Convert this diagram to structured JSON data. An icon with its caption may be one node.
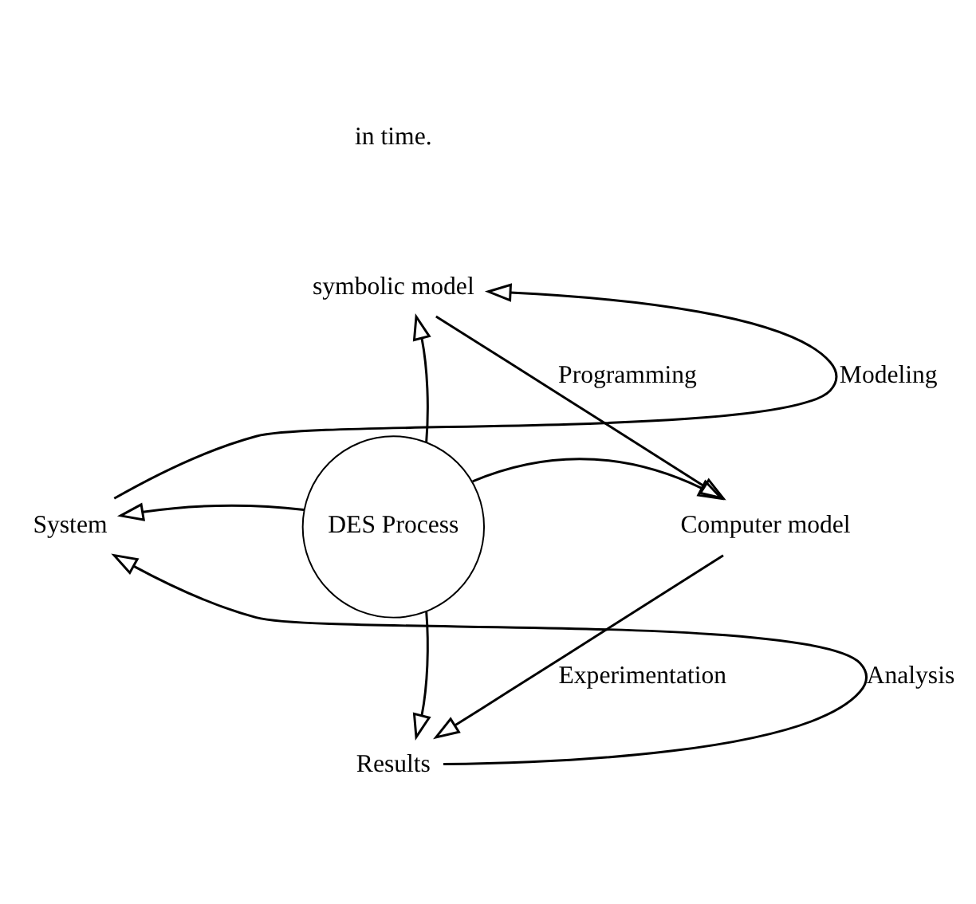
{
  "diagram": {
    "nodes": [
      {
        "text": [
          "symbolic model"
        ]
      },
      {
        "text": [
          "System"
        ]
      },
      {
        "text": [
          "DES Process"
        ]
      },
      {
        "text": [
          "Computer model"
        ]
      },
      {
        "text": [
          "Results"
        ]
      }
    ],
    "edges": [
      {
        "from": 2,
        "to": 0,
        "arrow": "to"
      },
      {
        "from": 2,
        "to": 3,
        "arrow": "to"
      },
      {
        "from": 2,
        "to": 4,
        "arrow": "to"
      },
      {
        "from": 2,
        "to": 1,
        "arrow": "to"
      },
      {
        "from": 1,
        "to": 0,
        "arrow": "to",
        "label": "Modeling"
      },
      {
        "from": 0,
        "to": 3,
        "arrow": "to",
        "label": "Programming"
      },
      {
        "from": 3,
        "to": 4,
        "arrow": "to",
        "label": "Experimentation"
      },
      {
        "from": 4,
        "to": 1,
        "arrow": "to",
        "label": "Analysis"
      }
    ],
    "labels": [
      "in time."
    ]
  }
}
